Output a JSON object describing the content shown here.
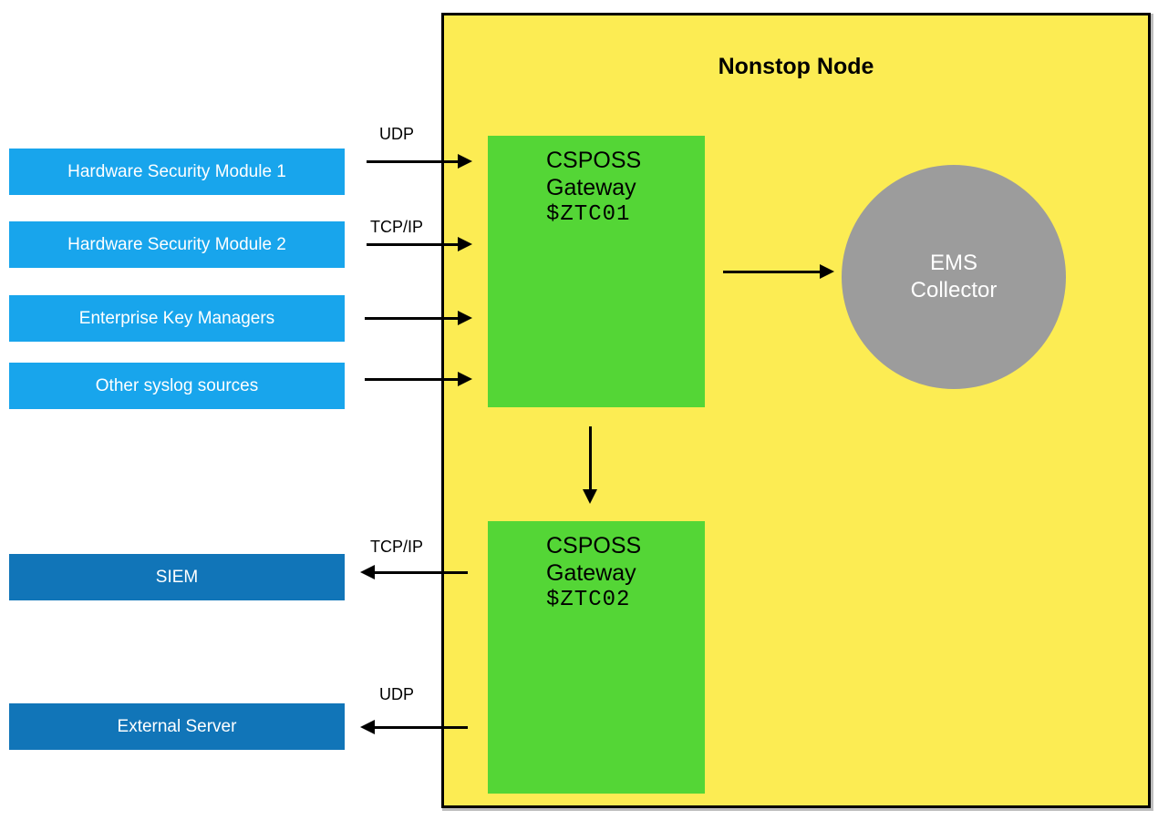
{
  "title": "Nonstop Node",
  "colors": {
    "yellow": "#FCEC53",
    "green": "#54D636",
    "gray": "#9C9C9C",
    "lightBlue": "#18A5EC",
    "darkBlue": "#1175B8",
    "arrow": "#000000"
  },
  "sources": [
    {
      "label": "Hardware Security Module 1",
      "protocol": "UDP"
    },
    {
      "label": "Hardware Security Module 2",
      "protocol": "TCP/IP"
    },
    {
      "label": "Enterprise Key Managers",
      "protocol": ""
    },
    {
      "label": "Other syslog sources",
      "protocol": ""
    }
  ],
  "destinations": [
    {
      "label": "SIEM",
      "protocol": "TCP/IP"
    },
    {
      "label": "External Server",
      "protocol": "UDP"
    }
  ],
  "gateways": [
    {
      "name_line1": "CSPOSS",
      "name_line2": "Gateway",
      "process": "$ZTC01"
    },
    {
      "name_line1": "CSPOSS",
      "name_line2": "Gateway",
      "process": "$ZTC02"
    }
  ],
  "collector": {
    "line1": "EMS",
    "line2": "Collector"
  }
}
